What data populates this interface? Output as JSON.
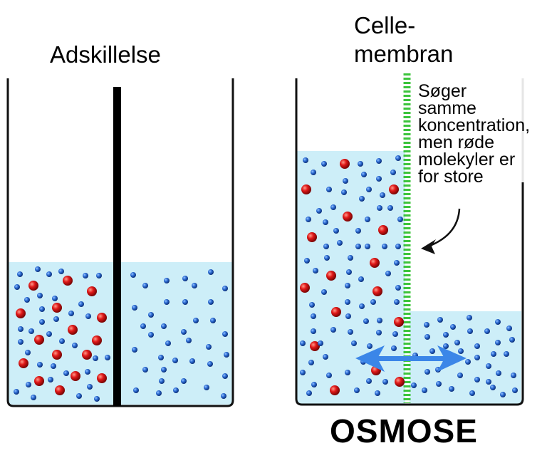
{
  "labels": {
    "left_title": "Adskillelse",
    "membrane_title_line1": "Celle-",
    "membrane_title_line2": "membran",
    "note_lines": [
      "Søger",
      "samme",
      "koncentration,",
      "men røde",
      "molekyler er",
      "for store"
    ],
    "bottom_title": "OSMOSE"
  },
  "colors": {
    "water": "#cdeef8",
    "wall": "#111111",
    "membrane": "#3cc43c",
    "small_molecule": "#2a63c9",
    "large_molecule": "#d81414",
    "arrow": "#3b86e8",
    "right_wall_top": "#e8e8e8"
  },
  "scenes": {
    "separation": {
      "description": "Container split by solid black wall; left side has red and blue molecules, right side only blue",
      "left_compartment": {
        "large_molecules": 18,
        "small_molecules": 45
      },
      "right_compartment": {
        "large_molecules": 0,
        "small_molecules": 40
      }
    },
    "osmosis": {
      "description": "Container split by dashed green cell membrane; water level higher on left side with red molecules",
      "left_compartment": {
        "large_molecules": 16,
        "small_molecules": 70,
        "water_level": "high"
      },
      "right_compartment": {
        "large_molecules": 0,
        "small_molecules": 45,
        "water_level": "low"
      },
      "arrow": "double-headed horizontal arrow across membrane",
      "pointer_arrow": "curved arrow pointing from note to membrane"
    }
  }
}
